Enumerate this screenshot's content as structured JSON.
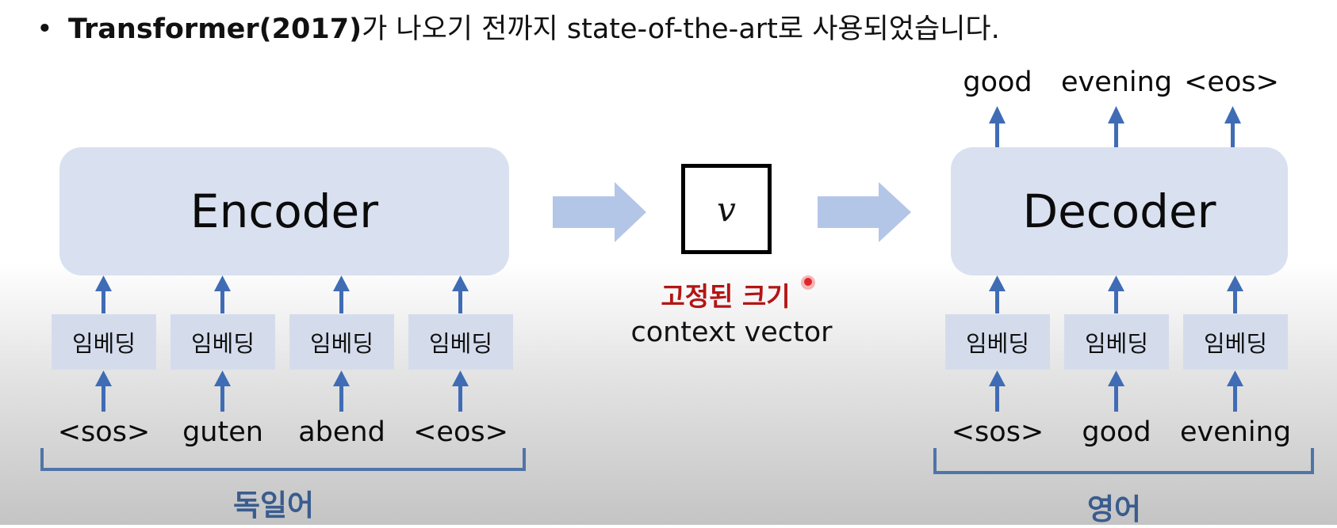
{
  "bullet": {
    "marker": "•",
    "strong_text": "Transformer(2017)",
    "text": "가 나오기 전까지 state-of-the-art로 사용되었습니다."
  },
  "encoder": {
    "label": "Encoder",
    "embedding_label": "임베딩",
    "input_tokens": [
      "<sos>",
      "guten",
      "abend",
      "<eos>"
    ],
    "language_label": "독일어"
  },
  "context": {
    "symbol": "v",
    "fixed_size_label": "고정된 크기",
    "description": "context vector"
  },
  "decoder": {
    "label": "Decoder",
    "embedding_label": "임베딩",
    "input_tokens": [
      "<sos>",
      "good",
      "evening"
    ],
    "output_tokens": [
      "good",
      "evening",
      "<eos>"
    ],
    "language_label": "영어"
  },
  "colors": {
    "block_fill": "#d9e1f0",
    "embedding_fill": "#d4dcec",
    "arrow": "#3f6cb5",
    "big_arrow": "#b4c6e7",
    "bracket": "#4f74a8",
    "highlight_red": "#b31515",
    "cursor_dot": "#e0262a"
  }
}
